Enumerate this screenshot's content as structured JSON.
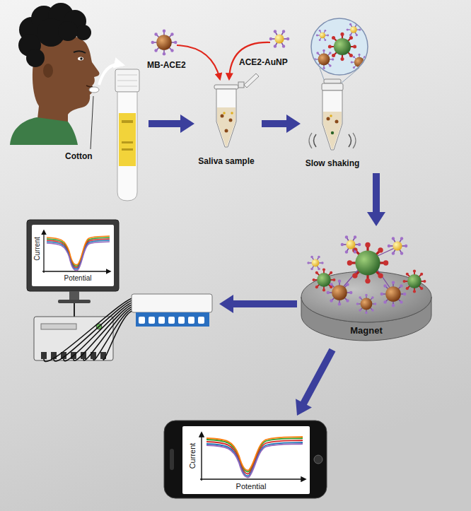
{
  "diagram": {
    "nodes": [
      {
        "text": [
          "Cotton"
        ]
      },
      {
        "text": [
          "Saliva sample"
        ]
      },
      {
        "text": [
          "Slow shaking"
        ]
      },
      {
        "text": [
          "Magnet"
        ]
      },
      {
        "text": [
          "Current",
          "Potential"
        ]
      },
      {
        "text": [
          "Current",
          "Potential"
        ]
      }
    ],
    "edges": [
      {
        "from": 0,
        "to": 1,
        "arrow": "to"
      },
      {
        "from": 1,
        "to": 2,
        "arrow": "to"
      },
      {
        "from": 2,
        "to": 3,
        "arrow": "to"
      },
      {
        "from": 3,
        "to": 4,
        "arrow": "to"
      },
      {
        "from": 3,
        "to": 5,
        "arrow": "to"
      }
    ],
    "labels": [
      "MB-ACE2",
      "ACE2-AuNP"
    ]
  }
}
